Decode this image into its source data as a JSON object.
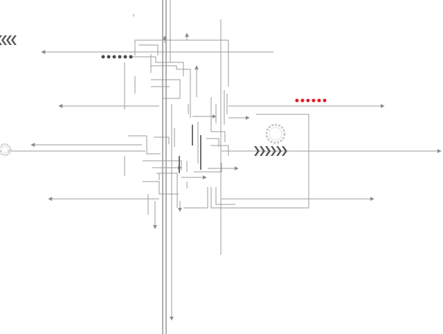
{
  "colors": {
    "background": "#ffffff",
    "line": "#9a9a9a",
    "line_dark": "#7a7a7a",
    "dot_dark": "#4a4a4a",
    "dot_accent": "#e8141c",
    "chevron": "#555555",
    "gear": "#c8c8c8"
  },
  "decorations": {
    "gray_dots": {
      "icon": "dot-row-icon",
      "count": 6
    },
    "red_dots": {
      "icon": "dot-row-icon",
      "count": 6
    },
    "right_chevrons": {
      "icon": "chevron-right-icon",
      "count": 6
    },
    "left_chevrons": {
      "icon": "chevron-left-icon",
      "count": 4
    },
    "gears": {
      "icon": "gear-icon",
      "count": 2
    }
  }
}
